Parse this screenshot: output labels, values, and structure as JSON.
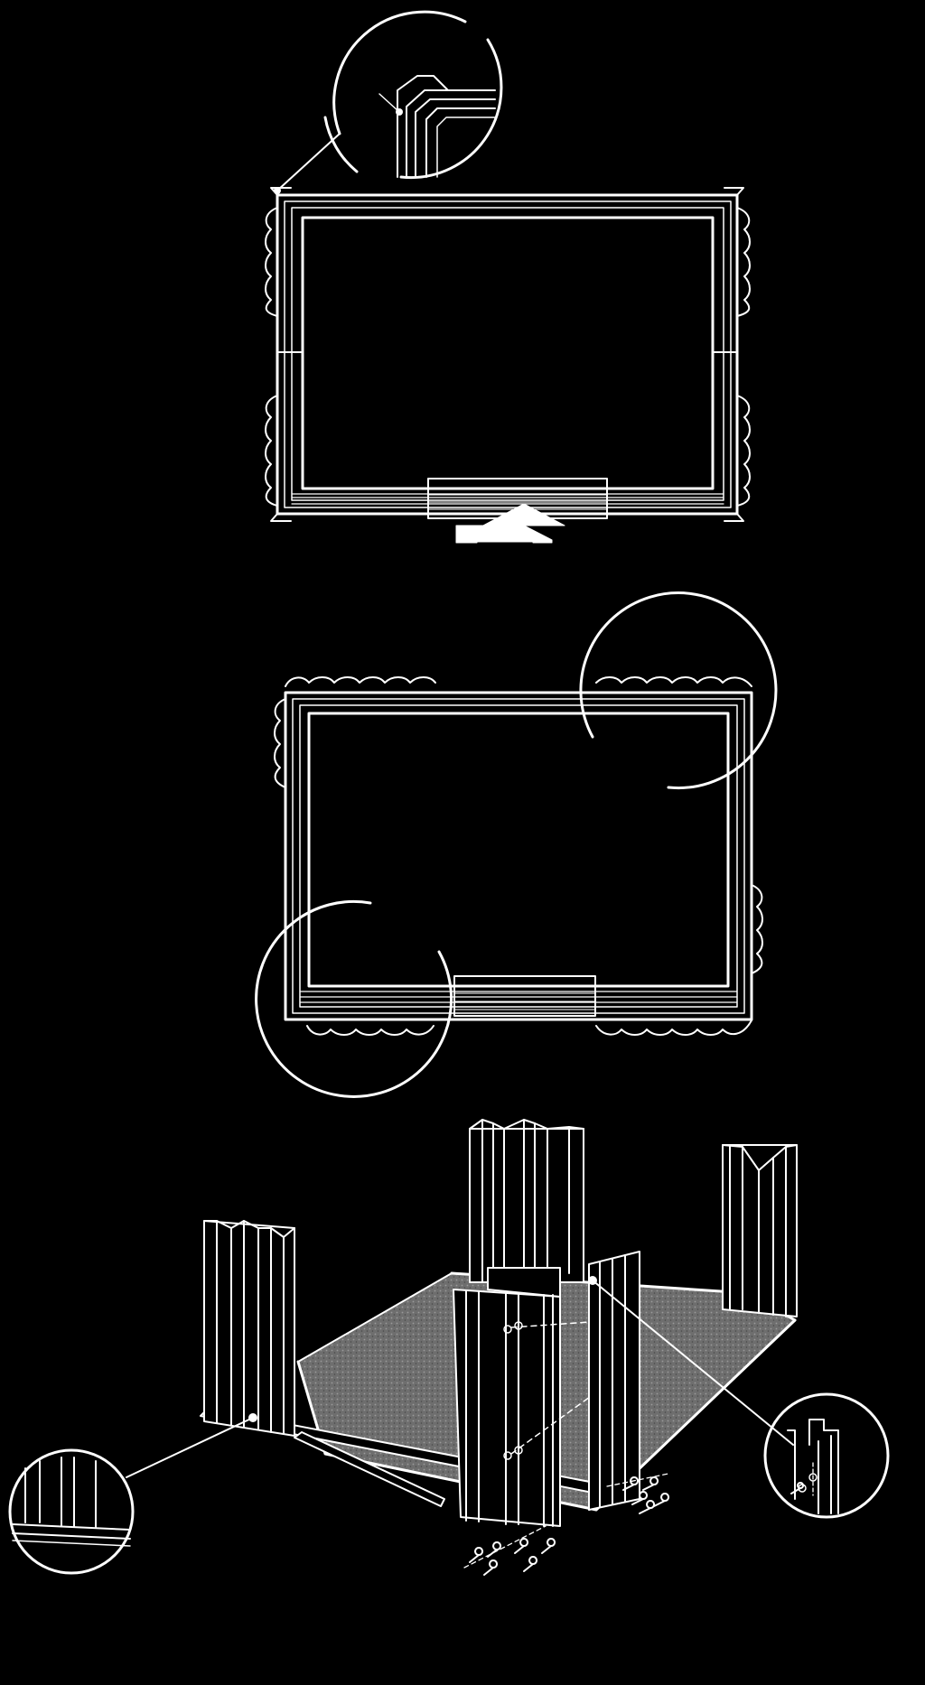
{
  "figure": {
    "background_color": "#000000",
    "line_color": "#ffffff",
    "floor_fill_color": "#7a7a7a",
    "panels": [
      {
        "name": "step-1-base-frame",
        "callouts": 1,
        "has_direction_arrow": true
      },
      {
        "name": "step-2-base-frame-corners",
        "callouts": 2,
        "has_direction_arrow": false
      },
      {
        "name": "step-3-wall-panel-assembly",
        "callouts": 2,
        "has_direction_arrow": false
      }
    ]
  }
}
